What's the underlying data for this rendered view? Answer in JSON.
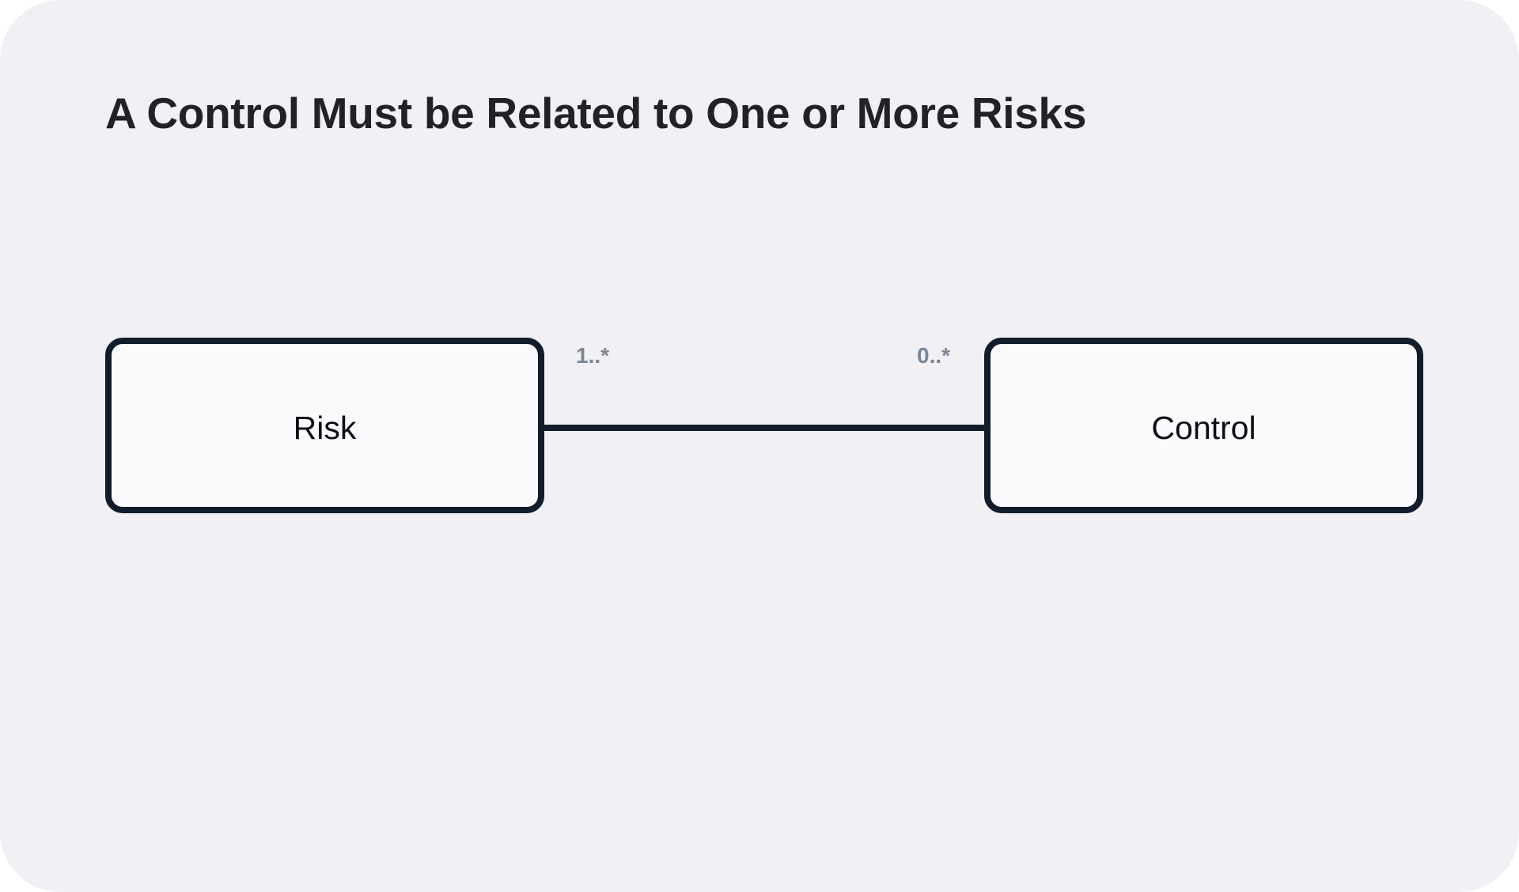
{
  "title": "A Control Must be Related to One or More Risks",
  "diagram": {
    "entities": [
      {
        "id": "risk",
        "label": "Risk"
      },
      {
        "id": "control",
        "label": "Control"
      }
    ],
    "relationship": {
      "from": "risk",
      "to": "control",
      "multiplicity_at_risk": "1..*",
      "multiplicity_at_control": "0..*"
    }
  },
  "colors": {
    "background": "#f0f0f5",
    "box_fill": "#fafafd",
    "stroke": "#121c2b",
    "title_text": "#222226",
    "multiplicity_text": "#7b8797"
  }
}
